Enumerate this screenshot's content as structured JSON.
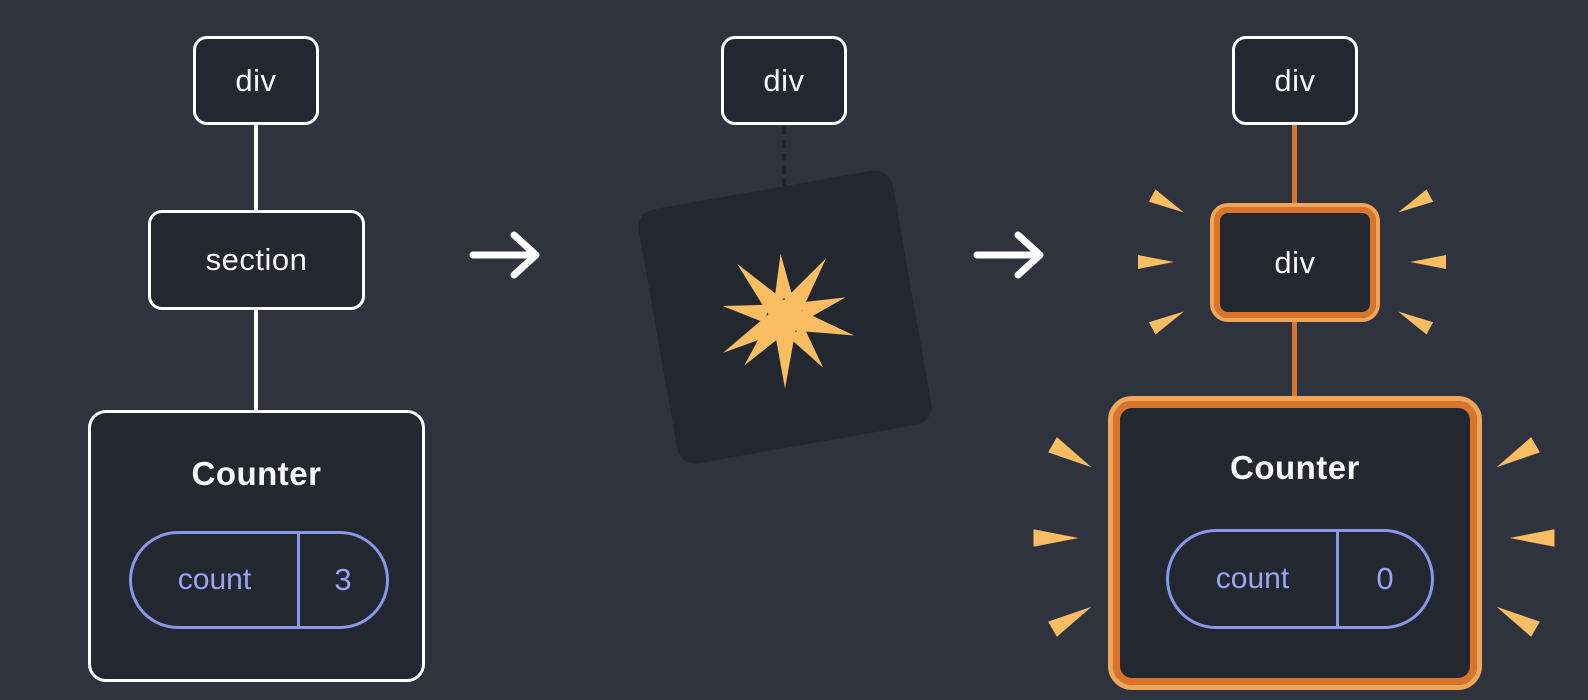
{
  "diagram": {
    "background": "#2e333d",
    "node_fill": "#23272f",
    "node_border": "#ffffff",
    "text_color": "#f6f7f9",
    "pill_border": "#8a96e8",
    "pill_text": "#9aa4f2",
    "highlight": "#d9742a",
    "highlight_light": "#f0a558",
    "burst": "#fabd62",
    "arrow": "#ffffff",
    "dash": "#20242c"
  },
  "before": {
    "root": "div",
    "child": "section",
    "component": "Counter",
    "state_key": "count",
    "state_value": "3"
  },
  "during": {
    "root": "div"
  },
  "after": {
    "root": "div",
    "child": "div",
    "component": "Counter",
    "state_key": "count",
    "state_value": "0"
  }
}
